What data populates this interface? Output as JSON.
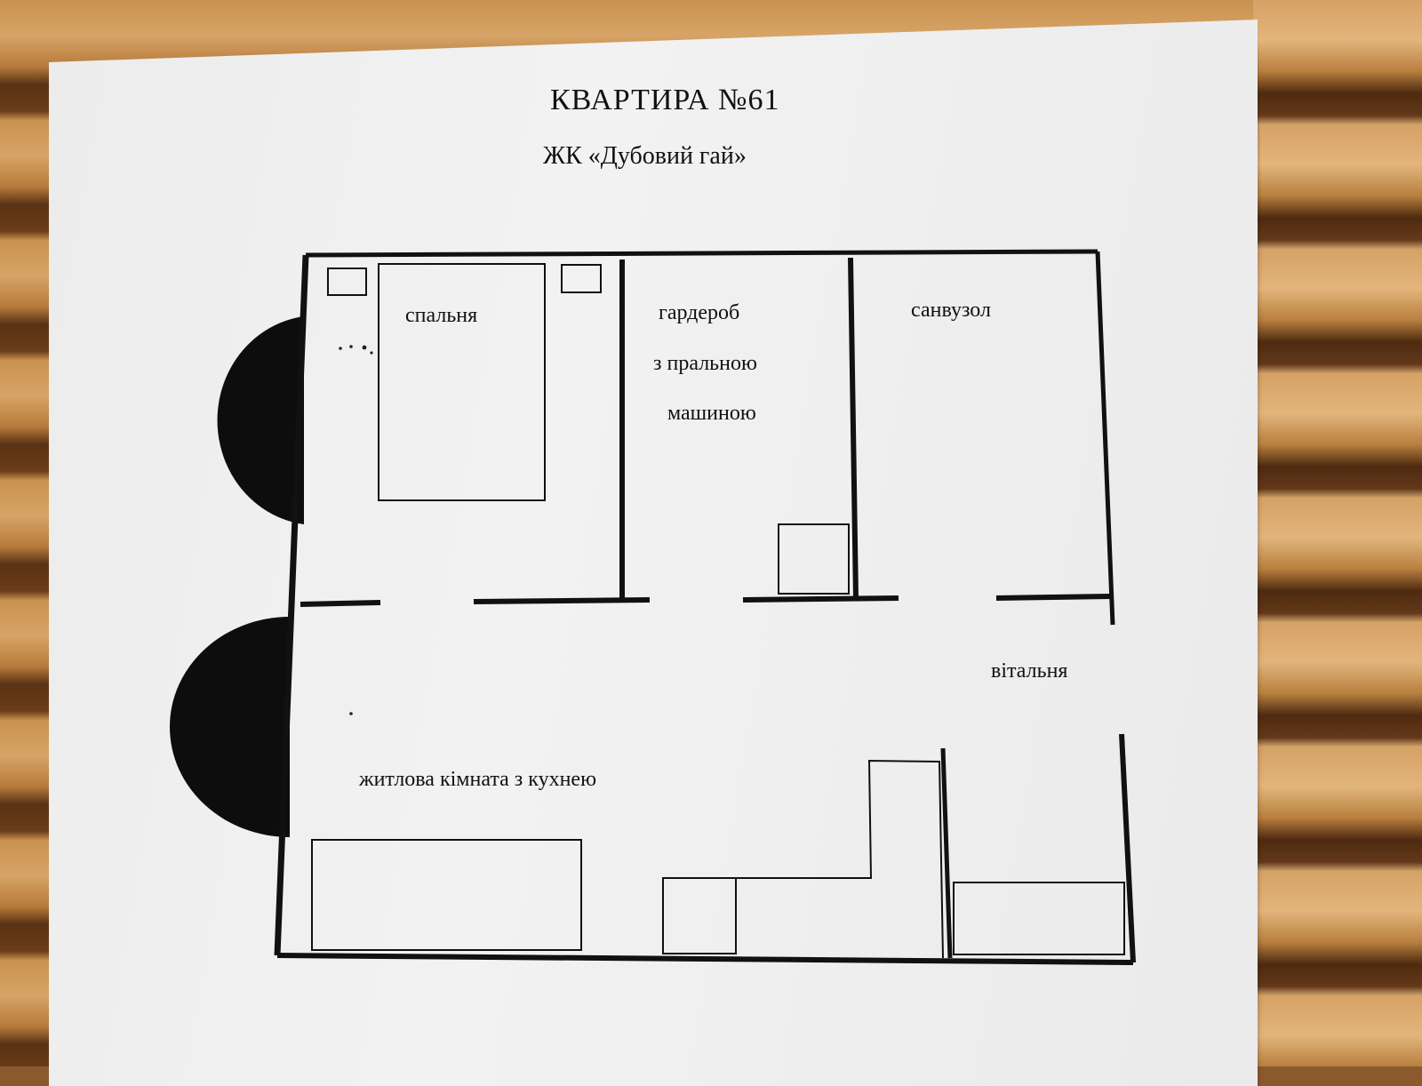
{
  "document": {
    "title": "КВАРТИРА  №61",
    "subtitle": "ЖК «Дубовий гай»"
  },
  "rooms": {
    "bedroom": "спальня",
    "wardrobe_line1": "гардероб",
    "wardrobe_line2": "з пральною",
    "wardrobe_line3": "машиною",
    "bathroom": "санвузол",
    "hallway": "вітальня",
    "living_kitchen": "житлова кімната з кухнею"
  },
  "colors": {
    "ink": "#111111",
    "paper": "#eeeeee"
  }
}
